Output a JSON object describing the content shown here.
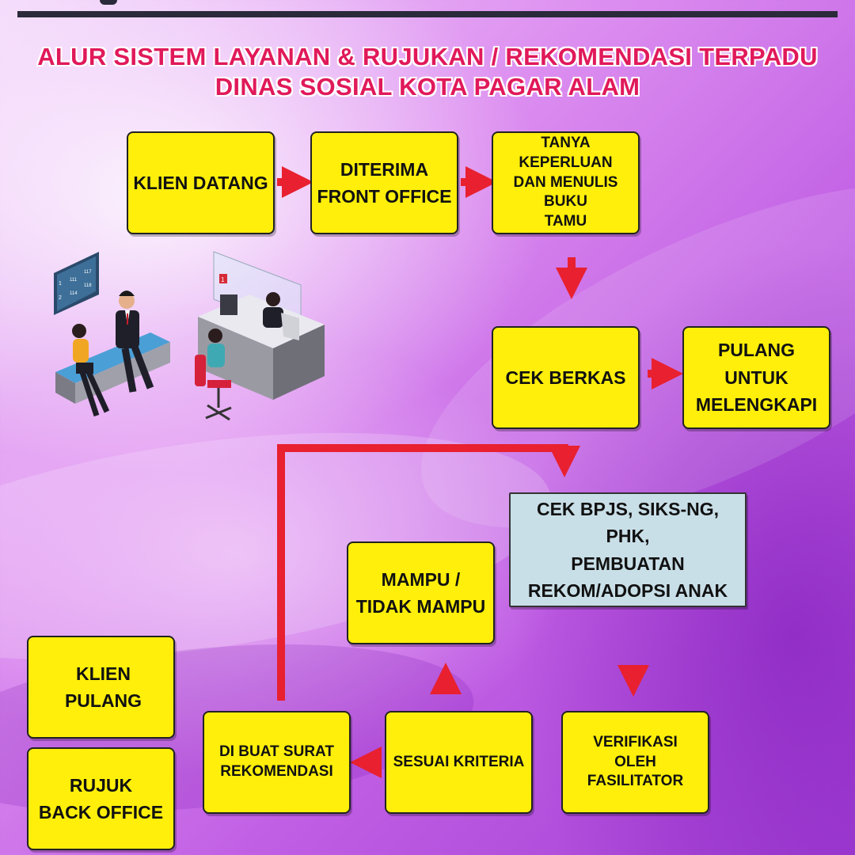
{
  "title": {
    "line1": "ALUR SISTEM LAYANAN & RUJUKAN / REKOMENDASI TERPADU",
    "line2": "DINAS SOSIAL KOTA PAGAR ALAM"
  },
  "boxes": {
    "klien_datang": {
      "line1": "KLIEN DATANG"
    },
    "diterima": {
      "line1": "DITERIMA",
      "line2": "FRONT OFFICE"
    },
    "tanya": {
      "line1": "TANYA KEPERLUAN",
      "line2": "DAN MENULIS BUKU",
      "line3": "TAMU"
    },
    "cek_berkas": {
      "line1": "CEK BERKAS"
    },
    "pulang_melengkapi": {
      "line1": "PULANG UNTUK",
      "line2": "MELENGKAPI"
    },
    "cek_bpjs": {
      "line1": "CEK BPJS, SIKS-NG, PHK,",
      "line2": "PEMBUATAN",
      "line3": "REKOM/ADOPSI ANAK"
    },
    "mampu": {
      "line1": "MAMPU /",
      "line2": "TIDAK MAMPU"
    },
    "klien_pulang": {
      "line1": "KLIEN PULANG"
    },
    "rujuk": {
      "line1": "RUJUK",
      "line2": "BACK OFFICE"
    },
    "surat": {
      "line1": "DI BUAT SURAT",
      "line2": "REKOMENDASI"
    },
    "kriteria": {
      "line1": "SESUAI KRITERIA"
    },
    "verifikasi": {
      "line1": "VERIFIKASI",
      "line2": "OLEH FASILITATOR"
    }
  },
  "illustration": {
    "queue_numbers": [
      "111",
      "117",
      "114",
      "118"
    ],
    "queue_rows": [
      "1",
      "2"
    ],
    "counter_number": "1"
  },
  "colors": {
    "title": "#e0195a",
    "box_fill": "#ffef0a",
    "box_alt_fill": "#c9dfe8",
    "arrow": "#e8202f"
  }
}
